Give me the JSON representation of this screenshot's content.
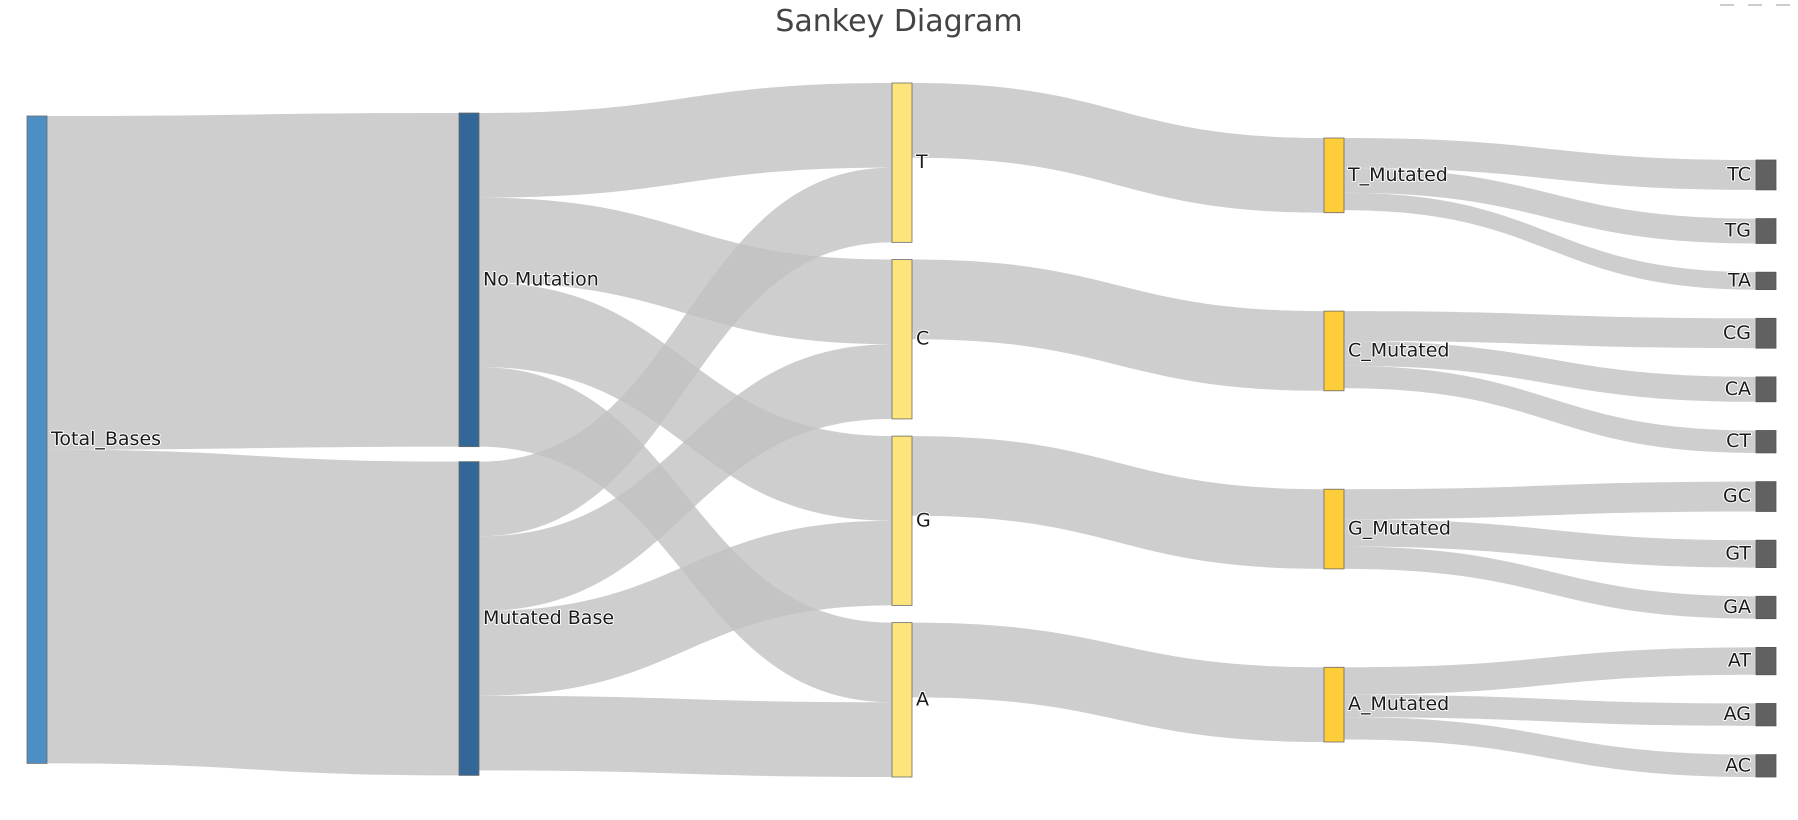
{
  "title": "Sankey Diagram",
  "colors": {
    "total": "#4d8fc4",
    "split": "#336798",
    "base": "#fde57b",
    "mutated": "#fdcd3a",
    "target": "#616161",
    "link": "#c2c2c2"
  },
  "nodes": [
    {
      "id": "Total_Bases",
      "label": "Total_Bases",
      "group": "total",
      "value": 130
    },
    {
      "id": "No Mutation",
      "label": "No Mutation",
      "group": "split",
      "value": 67
    },
    {
      "id": "Mutated Base",
      "label": "Mutated Base",
      "group": "split",
      "value": 63
    },
    {
      "id": "T",
      "label": "T",
      "group": "base",
      "value": 32
    },
    {
      "id": "C",
      "label": "C",
      "group": "base",
      "value": 32
    },
    {
      "id": "G",
      "label": "G",
      "group": "base",
      "value": 34
    },
    {
      "id": "A",
      "label": "A",
      "group": "base",
      "value": 31
    },
    {
      "id": "T_Mutated",
      "label": "T_Mutated",
      "group": "mutated",
      "value": 15
    },
    {
      "id": "C_Mutated",
      "label": "C_Mutated",
      "group": "mutated",
      "value": 16
    },
    {
      "id": "G_Mutated",
      "label": "G_Mutated",
      "group": "mutated",
      "value": 16
    },
    {
      "id": "A_Mutated",
      "label": "A_Mutated",
      "group": "mutated",
      "value": 15
    },
    {
      "id": "TC",
      "label": "TC",
      "group": "target",
      "value": 6
    },
    {
      "id": "TG",
      "label": "TG",
      "group": "target",
      "value": 5
    },
    {
      "id": "TA",
      "label": "TA",
      "group": "target",
      "value": 3.5
    },
    {
      "id": "CG",
      "label": "CG",
      "group": "target",
      "value": 6
    },
    {
      "id": "CA",
      "label": "CA",
      "group": "target",
      "value": 5
    },
    {
      "id": "CT",
      "label": "CT",
      "group": "target",
      "value": 4.5
    },
    {
      "id": "GC",
      "label": "GC",
      "group": "target",
      "value": 6
    },
    {
      "id": "GT",
      "label": "GT",
      "group": "target",
      "value": 5.5
    },
    {
      "id": "GA",
      "label": "GA",
      "group": "target",
      "value": 4.5
    },
    {
      "id": "AT",
      "label": "AT",
      "group": "target",
      "value": 5.5
    },
    {
      "id": "AG",
      "label": "AG",
      "group": "target",
      "value": 4.5
    },
    {
      "id": "AC",
      "label": "AC",
      "group": "target",
      "value": 4.5
    }
  ],
  "links": [
    {
      "source": "Total_Bases",
      "target": "No Mutation",
      "value": 67
    },
    {
      "source": "Total_Bases",
      "target": "Mutated Base",
      "value": 63
    },
    {
      "source": "No Mutation",
      "target": "T",
      "value": 17
    },
    {
      "source": "No Mutation",
      "target": "C",
      "value": 17
    },
    {
      "source": "No Mutation",
      "target": "G",
      "value": 17
    },
    {
      "source": "No Mutation",
      "target": "A",
      "value": 16
    },
    {
      "source": "Mutated Base",
      "target": "T",
      "value": 15
    },
    {
      "source": "Mutated Base",
      "target": "C",
      "value": 15
    },
    {
      "source": "Mutated Base",
      "target": "G",
      "value": 17
    },
    {
      "source": "Mutated Base",
      "target": "A",
      "value": 15
    },
    {
      "source": "T",
      "target": "T_Mutated",
      "value": 15
    },
    {
      "source": "C",
      "target": "C_Mutated",
      "value": 16
    },
    {
      "source": "G",
      "target": "G_Mutated",
      "value": 16
    },
    {
      "source": "A",
      "target": "A_Mutated",
      "value": 15
    },
    {
      "source": "T_Mutated",
      "target": "TC",
      "value": 6
    },
    {
      "source": "T_Mutated",
      "target": "TG",
      "value": 5
    },
    {
      "source": "T_Mutated",
      "target": "TA",
      "value": 3.5
    },
    {
      "source": "C_Mutated",
      "target": "CG",
      "value": 6
    },
    {
      "source": "C_Mutated",
      "target": "CA",
      "value": 5
    },
    {
      "source": "C_Mutated",
      "target": "CT",
      "value": 4.5
    },
    {
      "source": "G_Mutated",
      "target": "GC",
      "value": 6
    },
    {
      "source": "G_Mutated",
      "target": "GT",
      "value": 5.5
    },
    {
      "source": "G_Mutated",
      "target": "GA",
      "value": 4.5
    },
    {
      "source": "A_Mutated",
      "target": "AT",
      "value": 5.5
    },
    {
      "source": "A_Mutated",
      "target": "AG",
      "value": 4.5
    },
    {
      "source": "A_Mutated",
      "target": "AC",
      "value": 4.5
    }
  ]
}
